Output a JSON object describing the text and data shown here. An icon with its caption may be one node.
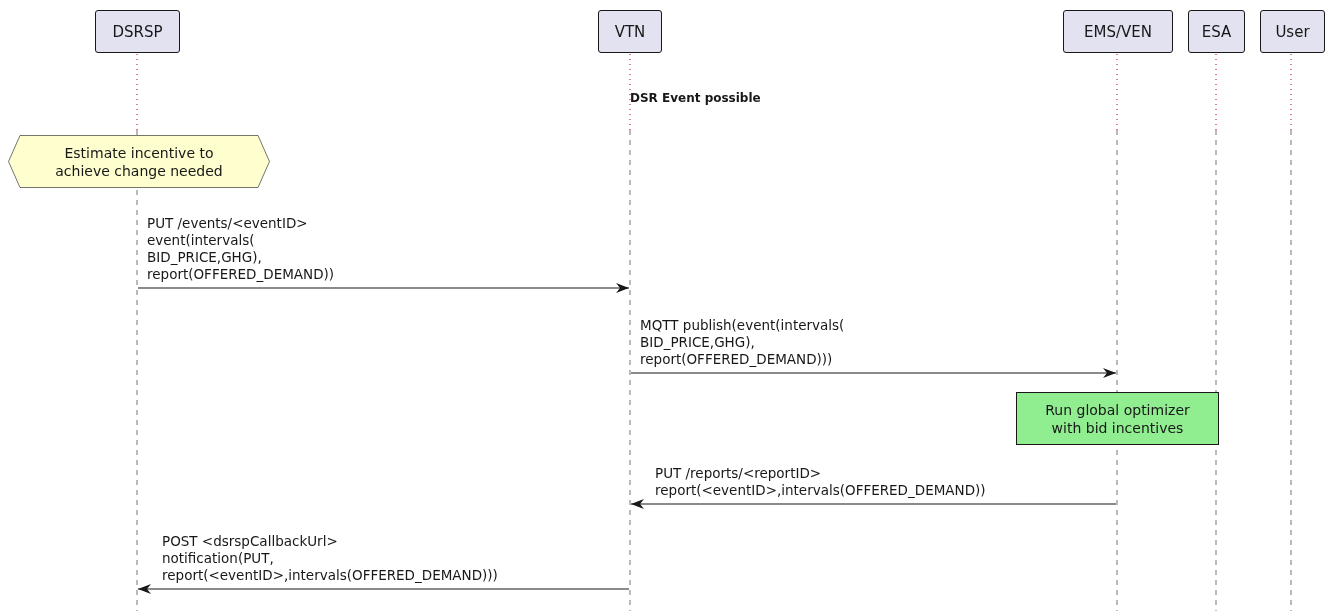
{
  "diagram": {
    "nodes": [
      {
        "text": [
          "DSRSP"
        ]
      },
      {
        "text": [
          "VTN"
        ]
      },
      {
        "text": [
          "EMS/VEN"
        ]
      },
      {
        "text": [
          "ESA"
        ]
      },
      {
        "text": [
          "User"
        ]
      },
      {
        "text": [
          "Estimate incentive to achieve change needed"
        ]
      },
      {
        "text": [
          "Run global optimizer with bid incentives"
        ]
      }
    ],
    "edges": [
      {
        "from": 0,
        "to": 1,
        "arrow": "to",
        "label": "PUT /events/<eventID> event(intervals( BID_PRICE,GHG), report(OFFERED_DEMAND))"
      },
      {
        "from": 1,
        "to": 2,
        "arrow": "to",
        "label": "MQTT publish(event(intervals( BID_PRICE,GHG), report(OFFERED_DEMAND)))"
      },
      {
        "from": 2,
        "to": 1,
        "arrow": "to",
        "label": "PUT /reports/<reportID> report(<eventID>,intervals(OFFERED_DEMAND))"
      },
      {
        "from": 1,
        "to": 0,
        "arrow": "to",
        "label": "POST <dsrspCallbackUrl> notification(PUT, report(<eventID>,intervals(OFFERED_DEMAND)))"
      }
    ],
    "labels": [
      "DSR Event possible"
    ]
  }
}
